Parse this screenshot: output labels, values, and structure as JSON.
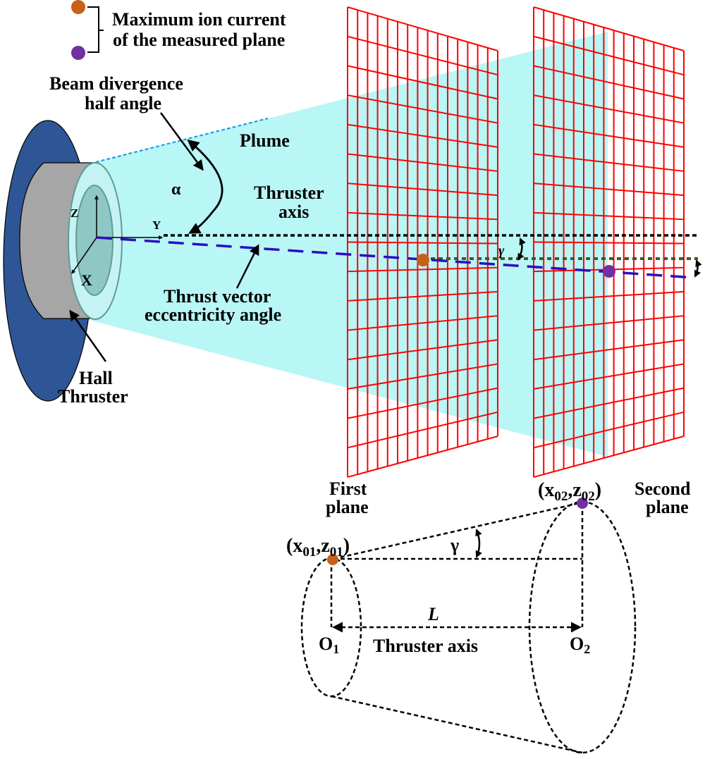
{
  "legend": {
    "dot_colors": [
      "#c8601a",
      "#7030a0"
    ],
    "text_line1": "Maximum ion current",
    "text_line2": "of the measured plane"
  },
  "labels": {
    "beam_line1": "Beam divergence",
    "beam_line2": "half angle",
    "alpha": "α",
    "plume": "Plume",
    "thruster_axis_line1": "Thruster",
    "thruster_axis_line2": "axis",
    "thrust_vector_line1": "Thrust vector",
    "thrust_vector_line2": "eccentricity angle",
    "hall_line1": "Hall",
    "hall_line2": "Thruster",
    "axis_z": "Z",
    "axis_y": "Y",
    "axis_x": "X",
    "gamma_top": "γ",
    "first_plane_line1": "First",
    "first_plane_line2": "plane",
    "second_plane_line1": "Second",
    "second_plane_line2": "plane",
    "point1": {
      "open": "(x",
      "sub1": "01",
      "comma": ",z",
      "sub2": "01",
      "close": ")"
    },
    "point2": {
      "open": "(x",
      "sub1": "02",
      "comma": ",z",
      "sub2": "02",
      "close": ")"
    },
    "gamma_bottom": "γ",
    "L": "L",
    "O1": {
      "main": "O",
      "sub": "1"
    },
    "O2": {
      "main": "O",
      "sub": "2"
    },
    "thruster_axis_bottom": "Thruster axis"
  },
  "grids": {
    "columns": 15,
    "rows": 16,
    "color": "#ff0000"
  },
  "colors": {
    "plume": "#b9f6f6",
    "disc": "#2e5596",
    "body": "#a6a6a6",
    "face": "#c5f3f3",
    "face_inner": "#8ec7c3",
    "face_stroke": "#5f9c98",
    "eccentric_line": "#2a0fc0",
    "parallel_line": "#3e5a2a",
    "plume_edge": "#19a3e0",
    "point1": "#c8601a",
    "point2": "#7030a0"
  }
}
